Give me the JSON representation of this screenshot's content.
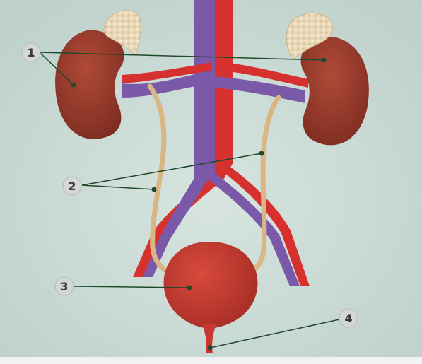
{
  "figure": {
    "labels": [
      {
        "number": "1",
        "structure": "kidneys"
      },
      {
        "number": "2",
        "structure": "ureters"
      },
      {
        "number": "3",
        "structure": "bladder"
      },
      {
        "number": "4",
        "structure": "urethra"
      }
    ]
  },
  "colors": {
    "background": "#c9d9d3",
    "kidney": "#9b3a2c",
    "artery": "#d6312f",
    "vein": "#7a5aa8",
    "ureter": "#d9b784",
    "adrenal": "#ead9b8",
    "bladder": "#c8372f",
    "leader": "#1f4a2a",
    "badge": "#d5d7d5"
  }
}
